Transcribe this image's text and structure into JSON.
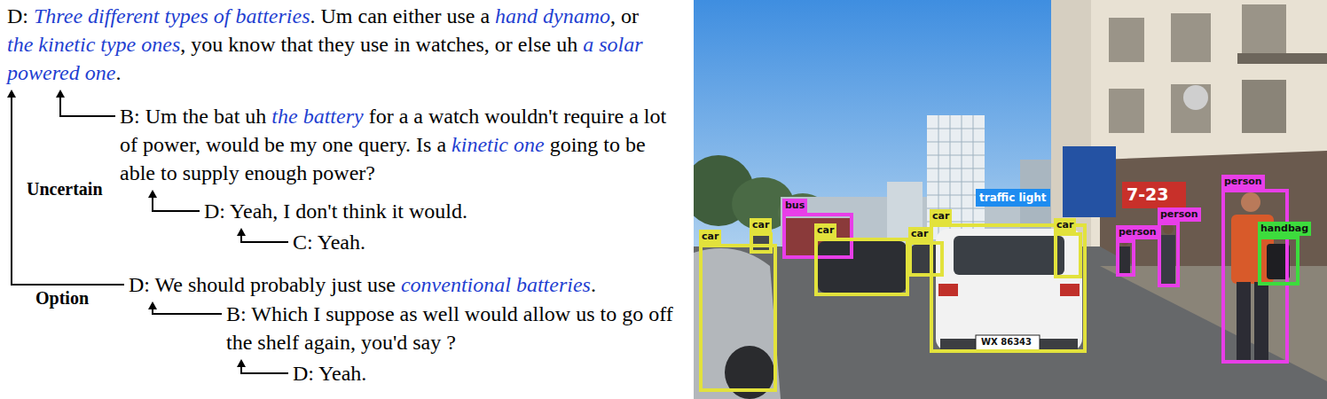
{
  "diagram": {
    "nodes": [
      {
        "text": [
          "D:",
          "Three different types of batteries",
          ". Um can either use a",
          "hand dynamo",
          ", or",
          "the kinetic type ones",
          ", you know that they use in watches, or else uh",
          "a solar powered one",
          "."
        ]
      },
      {
        "text": [
          "B: Um the bat uh",
          "the battery",
          "for a a watch wouldn't require a lot of power, would be my one query. Is a",
          "kinetic one",
          "going to be able to supply enough power?"
        ]
      },
      {
        "text": [
          "D: Yeah, I don't think it would."
        ]
      },
      {
        "text": [
          "C: Yeah."
        ]
      },
      {
        "text": [
          "D: We should probably just use",
          "conventional batteries",
          "."
        ]
      },
      {
        "text": [
          "B: Which I suppose as well would allow us to go off the shelf again, you'd say ?"
        ]
      },
      {
        "text": [
          "D: Yeah."
        ]
      },
      {
        "text": [
          "car"
        ]
      },
      {
        "text": [
          "car"
        ]
      },
      {
        "text": [
          "bus"
        ]
      },
      {
        "text": [
          "car"
        ]
      },
      {
        "text": [
          "car"
        ]
      },
      {
        "text": [
          "car"
        ]
      },
      {
        "text": [
          "traffic light"
        ]
      },
      {
        "text": [
          "car"
        ]
      },
      {
        "text": [
          "person"
        ]
      },
      {
        "text": [
          "person"
        ]
      },
      {
        "text": [
          "person"
        ]
      },
      {
        "text": [
          "handbag"
        ]
      }
    ],
    "edges": [
      {
        "from": 1,
        "to": 0,
        "arrow": "to",
        "label": "Uncertain"
      },
      {
        "from": 2,
        "to": 1,
        "arrow": "to"
      },
      {
        "from": 3,
        "to": 2,
        "arrow": "to"
      },
      {
        "from": 4,
        "to": 0,
        "arrow": "to",
        "label": "Option"
      },
      {
        "from": 5,
        "to": 4,
        "arrow": "to"
      },
      {
        "from": 6,
        "to": 5,
        "arrow": "to"
      }
    ],
    "labels": [
      "7-23",
      "WX 86343"
    ]
  }
}
